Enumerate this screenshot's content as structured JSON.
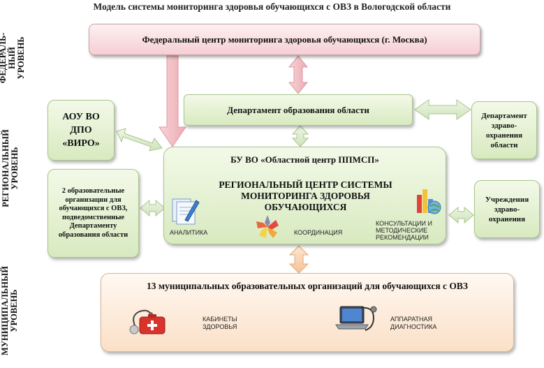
{
  "title": "Модель системы мониторинга здоровья обучающихся с ОВЗ в Вологодской области",
  "levels": {
    "federal": "ФЕДЕРАЛЬ-НЫЙ УРОВЕНЬ",
    "regional": "РЕГИОНАЛЬНЫЙ УРОВЕНЬ",
    "municipal": "МУНИЦИПАЛЬНЫЙ УРОВЕНЬ"
  },
  "federal_center": "Федеральный центр мониторинга здоровья обучающихся (г. Москва)",
  "department_education": "Департамент образования области",
  "department_health": "Департамент здраво-охранения области",
  "viro": "АОУ ВО ДПО «ВИРО»",
  "two_orgs": "2 образовательные организации для обучающихся с ОВЗ, подведомственные Департаменту образования области",
  "health_institutions": "Учреждения здраво-охранения",
  "center": {
    "name": "БУ ВО «Областной центр ППМСП»",
    "subtitle": "РЕГИОНАЛЬНЫЙ ЦЕНТР СИСТЕМЫ МОНИТОРИНГА ЗДОРОВЬЯ ОБУЧАЮЩИХСЯ",
    "analytics": "АНАЛИТИКА",
    "coordination": "КООРДИНАЦИЯ",
    "consultations": "КОНСУЛЬТАЦИИ И МЕТОДИЧЕСКИЕ РЕКОМЕНДАЦИИ"
  },
  "municipal": {
    "title": "13 муниципальных образовательных организаций для обучающихся с ОВЗ",
    "health_rooms": "КАБИНЕТЫ ЗДОРОВЬЯ",
    "hardware_diagnostics": "АППАРАТНАЯ ДИАГНОСТИКА"
  },
  "icons": [
    "documents-icon",
    "puzzle-icon",
    "chart-globe-icon",
    "first-aid-kit-icon",
    "laptop-stethoscope-icon"
  ],
  "colors": {
    "pink": "#f5cfd4",
    "green": "#d8eac0",
    "peach": "#fbe0c7",
    "arrow_pink": "#f2b9bf",
    "arrow_green": "#d6e9c6",
    "arrow_peach": "#f8cfa8"
  }
}
